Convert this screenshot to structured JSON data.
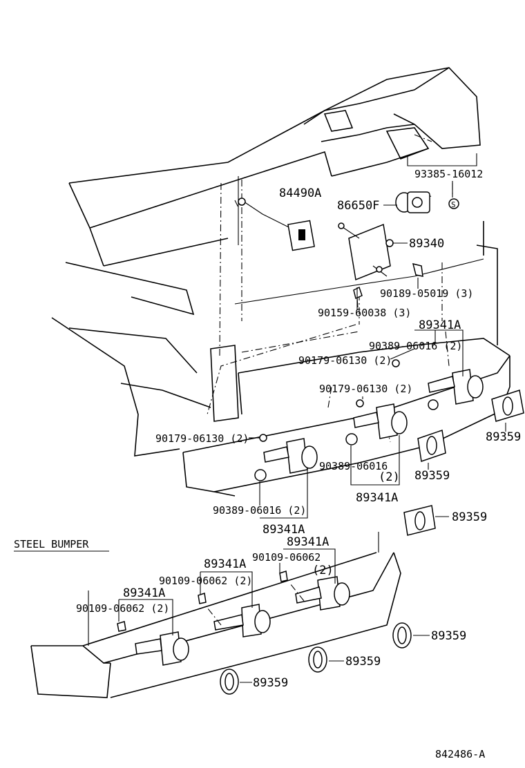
{
  "diagram": {
    "section_label": "STEEL BUMPER",
    "figure_code": "842486-A",
    "labels": {
      "p93385": "93385-16012",
      "p84490": "84490A",
      "p86650": "86650F",
      "symS": "S",
      "p89340": "89340",
      "p90189": "90189-05019 (3)",
      "p90159": "90159-60038 (3)",
      "p89341_r": "89341A",
      "p90389_a": "90389-06016 (2)",
      "p90179_a": "90179-06130 (2)",
      "p90179_b": "90179-06130 (2)",
      "p89359_r": "89359",
      "p90179_c": "90179-06130 (2)",
      "p90389_b": "90389-06016",
      "p90389_b2": "(2)",
      "p89359_m": "89359",
      "p89341_m": "89341A",
      "p90389_c": "90389-06016 (2)",
      "p89341_l": "89341A",
      "p89359_b": "89359",
      "s89341_t": "89341A",
      "s90109_t": "90109-06062",
      "s90109_t2": "(2)",
      "s89341_m": "89341A",
      "s90109_m": "90109-06062 (2)",
      "s89341_l": "89341A",
      "s90109_l": "90109-06062 (2)",
      "s89359_r": "89359",
      "s89359_m": "89359",
      "s89359_l": "89359"
    }
  }
}
